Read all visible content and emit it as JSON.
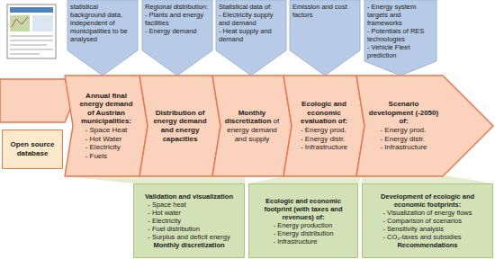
{
  "diagram": {
    "nodes": [
      {
        "text": [
          "statistical background data, independent of municipalities to be analysed"
        ]
      },
      {
        "text": [
          "Regional distribution:",
          "- Plants and energy facilities",
          "- Energy demand"
        ]
      },
      {
        "text": [
          "Statistical data of:",
          "- Electricity supply and demand",
          "- Heat supply and demand"
        ]
      },
      {
        "text": [
          "Emission and cost factors"
        ]
      },
      {
        "text": [
          "- Energy system targets and frameworks",
          "- Potentials of RES technologies",
          "- Vehicle Fleet prediction"
        ]
      },
      {
        "text": [
          "Open source database"
        ]
      },
      {
        "text": [
          "Annual final energy demand of Austrian municipalities:",
          "- Space Heat",
          "- Hot Water",
          "- Electricity",
          "- Fuels"
        ]
      },
      {
        "text": [
          "Distribution of energy demand and energy capacities"
        ]
      },
      {
        "text": [
          "Monthly discretization",
          "of energy demand and supply"
        ]
      },
      {
        "text": [
          "Ecologic and economic evaluation of:",
          "- Energy prod.",
          "- Energy distr.",
          "- Infrastructure"
        ]
      },
      {
        "text": [
          "Scenario development (-2050) of:",
          "- Energy prod.",
          "- Energy distr.",
          "- Infrastructure"
        ]
      },
      {
        "text": [
          "Validation and visualization",
          "- Space heat",
          "- Hot water",
          "- Electricity",
          "- Fuel distribution",
          "- Surplus and deficit energy",
          "Monthly discretization"
        ]
      },
      {
        "text": [
          "Ecologic and economic footprint (with taxes and revenues) of:",
          "- Energy production",
          "- Energy distribution",
          "- Infrastructure"
        ]
      },
      {
        "text": [
          "Development of ecologic and economic footprints:",
          "- Visualization of energy flows",
          "- Comparison of scenarios",
          "- Sensitivity analysis",
          "- CO₂-taxes and subsidies",
          "Recommendations"
        ]
      }
    ]
  }
}
